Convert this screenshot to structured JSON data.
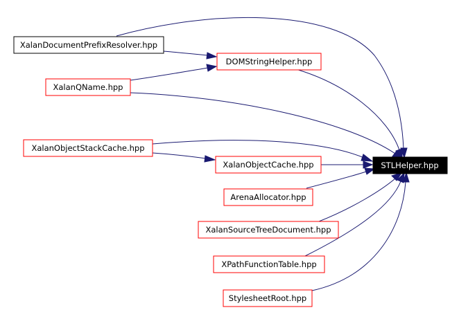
{
  "diagram": {
    "colors": {
      "edge": "#191970",
      "node_border_red": "#ff0000",
      "node_border_black": "#000000",
      "target_fill": "#000000",
      "target_text": "#ffffff"
    },
    "target": {
      "id": "stlhelper",
      "label": "STLHelper.hpp"
    },
    "nodes": [
      {
        "id": "xalandocumentprefixresolver",
        "label": "XalanDocumentPrefixResolver.hpp",
        "border": "black"
      },
      {
        "id": "domstringhelper",
        "label": "DOMStringHelper.hpp",
        "border": "red"
      },
      {
        "id": "xalanqname",
        "label": "XalanQName.hpp",
        "border": "red"
      },
      {
        "id": "xalanobjectstackcache",
        "label": "XalanObjectStackCache.hpp",
        "border": "red"
      },
      {
        "id": "xalanobjectcache",
        "label": "XalanObjectCache.hpp",
        "border": "red"
      },
      {
        "id": "arenaallocator",
        "label": "ArenaAllocator.hpp",
        "border": "red"
      },
      {
        "id": "xalansourcetreedocument",
        "label": "XalanSourceTreeDocument.hpp",
        "border": "red"
      },
      {
        "id": "xpathfunctiontable",
        "label": "XPathFunctionTable.hpp",
        "border": "red"
      },
      {
        "id": "stylesheetroot",
        "label": "StylesheetRoot.hpp",
        "border": "red"
      }
    ],
    "edges": [
      {
        "from": "xalandocumentprefixresolver",
        "to": "domstringhelper"
      },
      {
        "from": "xalandocumentprefixresolver",
        "to": "stlhelper"
      },
      {
        "from": "xalanqname",
        "to": "domstringhelper"
      },
      {
        "from": "xalanqname",
        "to": "stlhelper"
      },
      {
        "from": "domstringhelper",
        "to": "stlhelper"
      },
      {
        "from": "xalanobjectstackcache",
        "to": "xalanobjectcache"
      },
      {
        "from": "xalanobjectstackcache",
        "to": "stlhelper"
      },
      {
        "from": "xalanobjectcache",
        "to": "stlhelper"
      },
      {
        "from": "arenaallocator",
        "to": "stlhelper"
      },
      {
        "from": "xalansourcetreedocument",
        "to": "stlhelper"
      },
      {
        "from": "xpathfunctiontable",
        "to": "stlhelper"
      },
      {
        "from": "stylesheetroot",
        "to": "stlhelper"
      }
    ]
  }
}
